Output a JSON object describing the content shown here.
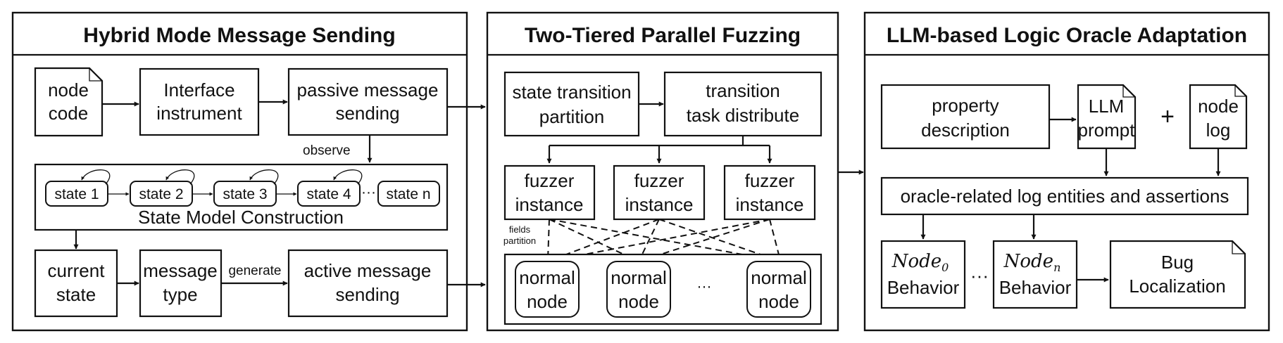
{
  "panels": {
    "hybrid": {
      "title": "Hybrid Mode Message Sending",
      "node_code": [
        "node",
        "code"
      ],
      "interface_instrument": [
        "Interface",
        "instrument"
      ],
      "passive_sending": [
        "passive message",
        "sending"
      ],
      "observe": "observe",
      "states": [
        "state 1",
        "state 2",
        "state 3",
        "state 4",
        "state n"
      ],
      "ellipsis": "···",
      "state_model": "State Model Construction",
      "current_state": [
        "current",
        "state"
      ],
      "message_type": [
        "message",
        "type"
      ],
      "generate": "generate",
      "active_sending": [
        "active message",
        "sending"
      ]
    },
    "fuzzing": {
      "title": "Two-Tiered Parallel Fuzzing",
      "partition": [
        "state transition",
        "partition"
      ],
      "distribute": [
        "transition",
        "task distribute"
      ],
      "fuzzer": [
        "fuzzer",
        "instance"
      ],
      "fields_partition": [
        "fields",
        "partition"
      ],
      "normal_node": [
        "normal",
        "node"
      ],
      "ellipsis": "···"
    },
    "oracle": {
      "title": "LLM-based Logic Oracle Adaptation",
      "property": [
        "property",
        "description"
      ],
      "llm_prompt": [
        "LLM",
        "prompt"
      ],
      "plus": "+",
      "node_log": [
        "node",
        "log"
      ],
      "entities": "oracle-related log entities and assertions",
      "node_name": "Node",
      "sub0": "0",
      "subn": "n",
      "behavior": "Behavior",
      "ellipsis": "···",
      "bug": [
        "Bug",
        "Localization"
      ]
    }
  }
}
